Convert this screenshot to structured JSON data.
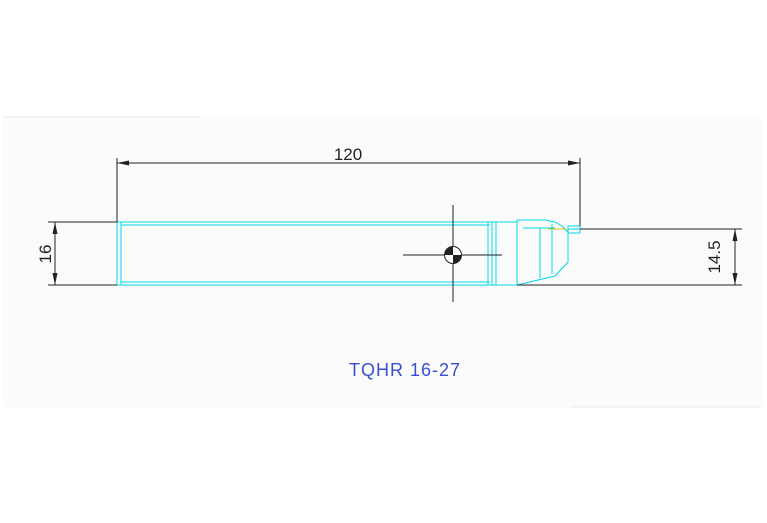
{
  "drawing": {
    "dimensions": {
      "length": "120",
      "height": "16",
      "tip_height": "14.5"
    },
    "part_label": "TQHR 16-27",
    "colors": {
      "outline": "#00d8e8",
      "dimension": "#222222",
      "label": "#3a4fd0",
      "background_panel": "#fbfbfb"
    }
  }
}
